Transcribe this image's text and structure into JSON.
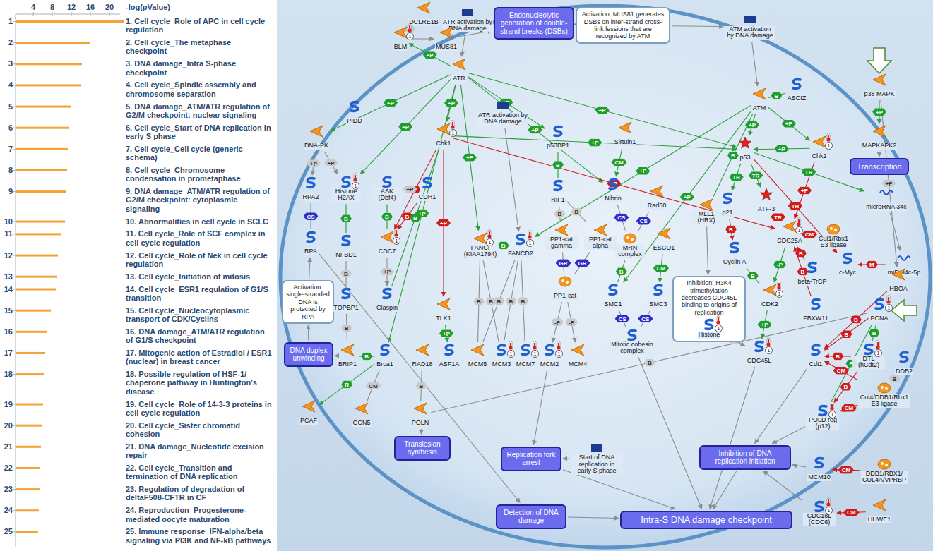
{
  "diagram": {
    "nodes": [
      {
        "text": [
          "ATR activation by DNA damage"
        ]
      },
      {
        "text": [
          "DCLRE1B"
        ]
      },
      {
        "text": [
          "BLM"
        ]
      },
      {
        "text": [
          "MUS81"
        ]
      },
      {
        "text": [
          "Endonucleolytic generation of double-strand breaks (DSBs)"
        ]
      },
      {
        "text": [
          "Activation: MUS81 generates DSBs on inter-strand cross-link lessions that are recognized by ATM"
        ]
      },
      {
        "text": [
          "ATM activation by DNA damage"
        ]
      },
      {
        "text": [
          "ATR"
        ]
      },
      {
        "text": [
          "ATM"
        ]
      },
      {
        "text": [
          "ASCIZ"
        ]
      },
      {
        "text": [
          "p38 MAPK"
        ]
      },
      {
        "text": [
          "PIDD"
        ]
      },
      {
        "text": [
          "DNA-PK"
        ]
      },
      {
        "text": [
          "Chk1"
        ]
      },
      {
        "text": [
          "ATR activation by DNA damage"
        ]
      },
      {
        "text": [
          "p53BP1"
        ]
      },
      {
        "text": [
          "Sirtuin1"
        ]
      },
      {
        "text": [
          "p53"
        ]
      },
      {
        "text": [
          "Chk2"
        ]
      },
      {
        "text": [
          "MAPKAPK2"
        ]
      },
      {
        "text": [
          "Transcription"
        ]
      },
      {
        "text": [
          "RPA2"
        ]
      },
      {
        "text": [
          "Histone H2AX"
        ]
      },
      {
        "text": [
          "ASK (Dbf4)"
        ]
      },
      {
        "text": [
          "CDH1"
        ]
      },
      {
        "text": [
          "RIF1"
        ]
      },
      {
        "text": [
          "Nibrin"
        ]
      },
      {
        "text": [
          "Rad50"
        ]
      },
      {
        "text": [
          "MLL1 (HRX)"
        ]
      },
      {
        "text": [
          "p21"
        ]
      },
      {
        "text": [
          "ATF-3"
        ]
      },
      {
        "text": [
          "microRNA 34c"
        ]
      },
      {
        "text": [
          "RPA"
        ]
      },
      {
        "text": [
          "NFBD1"
        ]
      },
      {
        "text": [
          "CDC7"
        ]
      },
      {
        "text": [
          "FANCI (KIAA1794)"
        ]
      },
      {
        "text": [
          "FANCD2"
        ]
      },
      {
        "text": [
          "PP1-cat gamma"
        ]
      },
      {
        "text": [
          "PP1-cat alpha"
        ]
      },
      {
        "text": [
          "MRN complex"
        ]
      },
      {
        "text": [
          "ESCO1"
        ]
      },
      {
        "text": [
          "Cyclin A"
        ]
      },
      {
        "text": [
          "CDC25A"
        ]
      },
      {
        "text": [
          "Cul1/Rbx1 E3 ligase"
        ]
      },
      {
        "text": [
          "c-Myc"
        ]
      },
      {
        "text": [
          "miR-34c-5p"
        ]
      },
      {
        "text": [
          "beta-TrCP"
        ]
      },
      {
        "text": [
          "Activation: single-stranded DNA is protected by RPA"
        ]
      },
      {
        "text": [
          "TOPBP1"
        ]
      },
      {
        "text": [
          "Claspin"
        ]
      },
      {
        "text": [
          "TLK1"
        ]
      },
      {
        "text": [
          "PP1-cat"
        ]
      },
      {
        "text": [
          "SMC1"
        ]
      },
      {
        "text": [
          "SMC3"
        ]
      },
      {
        "text": [
          "Inhibition: H3K4 trimethylation decreases CDC45L binding to origins of replication"
        ]
      },
      {
        "text": [
          "Histone"
        ],
        "in": 54
      },
      {
        "text": [
          "CDK2"
        ]
      },
      {
        "text": [
          "FBXW11"
        ]
      },
      {
        "text": [
          "HBOA"
        ]
      },
      {
        "text": [
          "PCNA"
        ]
      },
      {
        "text": [
          "DNA duplex unwinding"
        ]
      },
      {
        "text": [
          "BRIP1"
        ]
      },
      {
        "text": [
          "Brca1"
        ]
      },
      {
        "text": [
          "RAD18"
        ]
      },
      {
        "text": [
          "ASF1A"
        ]
      },
      {
        "text": [
          "MCM5"
        ]
      },
      {
        "text": [
          "MCM3"
        ]
      },
      {
        "text": [
          "MCM7"
        ]
      },
      {
        "text": [
          "MCM2"
        ]
      },
      {
        "text": [
          "MCM4"
        ]
      },
      {
        "text": [
          "Mitotic cohesin complex"
        ]
      },
      {
        "text": [
          "CDC45L"
        ]
      },
      {
        "text": [
          "Cdt1"
        ]
      },
      {
        "text": [
          "DTL (hCdt2)"
        ]
      },
      {
        "text": [
          "DDB2"
        ]
      },
      {
        "text": [
          "PCAF"
        ]
      },
      {
        "text": [
          "GCN5"
        ]
      },
      {
        "text": [
          "POLN"
        ]
      },
      {
        "text": [
          "Translesion synthesis"
        ]
      },
      {
        "text": [
          "POLD reg (p12)"
        ]
      },
      {
        "text": [
          "Cul4/DDB1/Rbx1 E3 ligase"
        ]
      },
      {
        "text": [
          "Replication fork arrest"
        ]
      },
      {
        "text": [
          "Start of DNA replication in early S phase"
        ]
      },
      {
        "text": [
          "Inhibition of DNA replication initiation"
        ]
      },
      {
        "text": [
          "MCM10"
        ]
      },
      {
        "text": [
          "DDB1/RBX1/ CUL4A/VPRBP"
        ]
      },
      {
        "text": [
          "Detection of DNA damage"
        ]
      },
      {
        "text": [
          "Intra-S DNA damage checkpoint"
        ]
      },
      {
        "text": [
          "CDC18L (CDC6)"
        ]
      },
      {
        "text": [
          "HUWE1"
        ]
      }
    ],
    "edges": [
      {
        "from": 0,
        "to": 7,
        "arrow": "to"
      },
      {
        "from": 7,
        "to": 2,
        "arrow": "to",
        "label": "+P"
      },
      {
        "from": 1,
        "to": 2,
        "arrow": "none",
        "label": "B"
      },
      {
        "from": 2,
        "to": 3,
        "arrow": "to"
      },
      {
        "from": 3,
        "to": 4,
        "arrow": "to"
      },
      {
        "from": 4,
        "to": 5,
        "arrow": "to"
      },
      {
        "from": 5,
        "to": 6,
        "arrow": "to"
      },
      {
        "from": 6,
        "to": 8,
        "arrow": "to"
      },
      {
        "from": 9,
        "to": 8,
        "arrow": "none",
        "label": "B"
      },
      {
        "from": 10,
        "to": 19,
        "arrow": "to",
        "label": "+P"
      },
      {
        "from": 19,
        "to": 20,
        "arrow": "to"
      },
      {
        "from": 7,
        "to": 13,
        "arrow": "to",
        "label": "+P"
      },
      {
        "from": 7,
        "to": 12,
        "arrow": "to",
        "label": "+P"
      },
      {
        "from": 7,
        "to": 22,
        "arrow": "to",
        "label": "+P"
      },
      {
        "from": 7,
        "to": 15,
        "arrow": "to",
        "label": "+P"
      },
      {
        "from": 7,
        "to": 17,
        "arrow": "to",
        "label": "+P"
      },
      {
        "from": 7,
        "to": 26,
        "arrow": "to",
        "label": "+P"
      },
      {
        "from": 8,
        "to": 17,
        "arrow": "to",
        "label": "+P"
      },
      {
        "from": 8,
        "to": 18,
        "arrow": "to",
        "label": "+P"
      },
      {
        "from": 8,
        "to": 52,
        "arrow": "to",
        "label": "+P"
      },
      {
        "from": 13,
        "to": 17,
        "arrow": "to",
        "label": "+P"
      },
      {
        "from": 18,
        "to": 17,
        "arrow": "to",
        "label": "+P"
      },
      {
        "from": 18,
        "to": 42,
        "arrow": "to",
        "label": "+P"
      },
      {
        "from": 13,
        "to": 42,
        "arrow": "to",
        "label": "+P"
      },
      {
        "from": 17,
        "to": 29,
        "arrow": "to",
        "label": "TR"
      },
      {
        "from": 17,
        "to": 30,
        "arrow": "to",
        "label": "TR"
      },
      {
        "from": 17,
        "to": 31,
        "arrow": "to",
        "label": "TR"
      },
      {
        "from": 31,
        "to": 45,
        "arrow": "to"
      },
      {
        "from": 45,
        "to": 44,
        "arrow": "to",
        "label": "M"
      },
      {
        "from": 30,
        "to": 42,
        "arrow": "to",
        "label": "TR"
      },
      {
        "from": 43,
        "to": 42,
        "arrow": "to",
        "label": "CM"
      },
      {
        "from": 46,
        "to": 42,
        "arrow": "to",
        "label": "B"
      },
      {
        "from": 57,
        "to": 42,
        "arrow": "to",
        "label": "B"
      },
      {
        "from": 42,
        "to": 56,
        "arrow": "to",
        "label": "-P"
      },
      {
        "from": 41,
        "to": 56,
        "arrow": "none",
        "label": "B"
      },
      {
        "from": 17,
        "to": 44,
        "arrow": "to",
        "label": "TR"
      },
      {
        "from": 56,
        "to": 71,
        "arrow": "to",
        "label": "+P"
      },
      {
        "from": 71,
        "to": 87,
        "arrow": "to"
      },
      {
        "from": 28,
        "to": 54,
        "arrow": "to"
      },
      {
        "from": 55,
        "to": 71,
        "arrow": "to",
        "label": "B"
      },
      {
        "from": 13,
        "to": 34,
        "arrow": "to",
        "label": "?"
      },
      {
        "from": 24,
        "to": 23,
        "arrow": "to",
        "label": "+P"
      },
      {
        "from": 24,
        "to": 34,
        "arrow": "to",
        "label": "B"
      },
      {
        "from": 23,
        "to": 34,
        "arrow": "none",
        "label": "B"
      },
      {
        "from": 34,
        "to": 49,
        "arrow": "to",
        "label": "+P"
      },
      {
        "from": 13,
        "to": 49,
        "arrow": "none",
        "label": "B"
      },
      {
        "from": 13,
        "to": 50,
        "arrow": "to",
        "label": "+P"
      },
      {
        "from": 50,
        "to": 64,
        "arrow": "to",
        "label": "+P"
      },
      {
        "from": 12,
        "to": 21,
        "arrow": "to",
        "label": "+P"
      },
      {
        "from": 21,
        "to": 32,
        "arrow": "none",
        "label": "CS"
      },
      {
        "from": 60,
        "to": 47,
        "arrow": "to"
      },
      {
        "from": 47,
        "to": 32,
        "arrow": "to"
      },
      {
        "from": 22,
        "to": 33,
        "arrow": "none",
        "label": "B"
      },
      {
        "from": 33,
        "to": 48,
        "arrow": "none",
        "label": "B"
      },
      {
        "from": 48,
        "to": 61,
        "arrow": "none",
        "label": "B"
      },
      {
        "from": 62,
        "to": 61,
        "arrow": "none",
        "label": "B"
      },
      {
        "from": 61,
        "to": 60,
        "arrow": "to"
      },
      {
        "from": 62,
        "to": 75,
        "arrow": "to",
        "label": "R"
      },
      {
        "from": 62,
        "to": 76,
        "arrow": "none",
        "label": "CM"
      },
      {
        "from": 63,
        "to": 77,
        "arrow": "none",
        "label": "B"
      },
      {
        "from": 77,
        "to": 78,
        "arrow": "to"
      },
      {
        "from": 59,
        "to": 77,
        "arrow": "none",
        "label": "B"
      },
      {
        "from": 12,
        "to": 22,
        "arrow": "to",
        "label": "+P"
      },
      {
        "from": 7,
        "to": 62,
        "arrow": "to",
        "label": "+P"
      },
      {
        "from": 7,
        "to": 35,
        "arrow": "to",
        "label": "+P"
      },
      {
        "from": 14,
        "to": 36,
        "arrow": "to"
      },
      {
        "from": 35,
        "to": 36,
        "arrow": "none",
        "label": "B"
      },
      {
        "from": 8,
        "to": 36,
        "arrow": "to",
        "label": "+P"
      },
      {
        "from": 15,
        "to": 25,
        "arrow": "none",
        "label": "B"
      },
      {
        "from": 25,
        "to": 37,
        "arrow": "none",
        "label": "B"
      },
      {
        "from": 25,
        "to": 38,
        "arrow": "none",
        "label": "B"
      },
      {
        "from": 37,
        "to": 51,
        "arrow": "none",
        "label": "GR"
      },
      {
        "from": 38,
        "to": 51,
        "arrow": "none",
        "label": "GR"
      },
      {
        "from": 51,
        "to": 68,
        "arrow": "to",
        "label": "-P"
      },
      {
        "from": 51,
        "to": 69,
        "arrow": "to",
        "label": "-P"
      },
      {
        "from": 36,
        "to": 65,
        "arrow": "none",
        "label": "B"
      },
      {
        "from": 36,
        "to": 66,
        "arrow": "none",
        "label": "B"
      },
      {
        "from": 36,
        "to": 67,
        "arrow": "none",
        "label": "B"
      },
      {
        "from": 35,
        "to": 66,
        "arrow": "none",
        "label": "B"
      },
      {
        "from": 35,
        "to": 65,
        "arrow": "none",
        "label": "B"
      },
      {
        "from": 16,
        "to": 26,
        "arrow": "to",
        "label": "CM"
      },
      {
        "from": 26,
        "to": 39,
        "arrow": "none",
        "label": "CS"
      },
      {
        "from": 27,
        "to": 39,
        "arrow": "none",
        "label": "CS"
      },
      {
        "from": 39,
        "to": 52,
        "arrow": "none",
        "label": "B"
      },
      {
        "from": 40,
        "to": 53,
        "arrow": "to",
        "label": "CM"
      },
      {
        "from": 52,
        "to": 70,
        "arrow": "none",
        "label": "CS"
      },
      {
        "from": 53,
        "to": 70,
        "arrow": "none",
        "label": "CS"
      },
      {
        "from": 59,
        "to": 72,
        "arrow": "to",
        "label": "B"
      },
      {
        "from": 73,
        "to": 72,
        "arrow": "to",
        "label": "B"
      },
      {
        "from": 59,
        "to": 73,
        "arrow": "none",
        "label": "B"
      },
      {
        "from": 80,
        "to": 72,
        "arrow": "to",
        "label": "CM"
      },
      {
        "from": 80,
        "to": 79,
        "arrow": "to",
        "label": "CM"
      },
      {
        "from": 73,
        "to": 79,
        "arrow": "to",
        "label": "B"
      },
      {
        "from": 59,
        "to": 79,
        "arrow": "none",
        "label": "B"
      },
      {
        "from": 58,
        "to": 72,
        "arrow": "to",
        "label": "B"
      },
      {
        "from": 85,
        "to": 84,
        "arrow": "to",
        "label": "CM"
      },
      {
        "from": 89,
        "to": 88,
        "arrow": "to",
        "label": "CM"
      },
      {
        "from": 72,
        "to": 83,
        "arrow": "to"
      },
      {
        "from": 79,
        "to": 83,
        "arrow": "to"
      },
      {
        "from": 84,
        "to": 83,
        "arrow": "to"
      },
      {
        "from": 88,
        "to": 83,
        "arrow": "to"
      },
      {
        "from": 83,
        "to": 87,
        "arrow": "to"
      },
      {
        "from": 81,
        "to": 87,
        "arrow": "to"
      },
      {
        "from": 86,
        "to": 87,
        "arrow": "to"
      },
      {
        "from": 82,
        "to": 81,
        "arrow": "to"
      },
      {
        "from": 68,
        "to": 81,
        "arrow": "to"
      },
      {
        "from": 32,
        "to": 86,
        "arrow": "to"
      },
      {
        "from": 70,
        "to": 87,
        "arrow": "to"
      },
      {
        "from": 8,
        "to": 28,
        "arrow": "none",
        "label": "B"
      },
      {
        "from": 10,
        "to": 58,
        "arrow": "to",
        "label": "+P"
      },
      {
        "from": 29,
        "to": 41,
        "arrow": "to",
        "label": "B"
      },
      {
        "from": 74,
        "to": 80,
        "arrow": "none",
        "label": "B"
      }
    ],
    "labels": [
      "-log(pValue)",
      "4",
      "8",
      "12",
      "16",
      "20",
      "1",
      "2",
      "3",
      "4",
      "5",
      "6",
      "7",
      "8",
      "9",
      "10",
      "11",
      "12",
      "13",
      "14",
      "15",
      "16",
      "17",
      "18",
      "19",
      "20",
      "21",
      "22",
      "23",
      "24",
      "25",
      "1. Cell cycle_Role of APC in cell cycle regulation",
      "2. Cell cycle_The metaphase checkpoint",
      "3. DNA damage_Intra S-phase checkpoint",
      "4. Cell cycle_Spindle assembly and chromosome separation",
      "5. DNA damage_ATM/ATR regulation of G2/M checkpoint: nuclear signaling",
      "6. Cell cycle_Start of DNA replication in early S phase",
      "7. Cell cycle_Cell cycle (generic schema)",
      "8. Cell cycle_Chromosome condensation in prometaphase",
      "9. DNA damage_ATM/ATR regulation of G2/M checkpoint: cytoplasmic signaling",
      "10. Abnormalities in cell cycle in SCLC",
      "11. Cell cycle_Role of SCF complex in cell cycle regulation",
      "12. Cell cycle_Role of Nek in cell cycle regulation",
      "13. Cell cycle_Initiation of mitosis",
      "14. Cell cycle_ESR1 regulation of G1/S transition",
      "15. Cell cycle_Nucleocytoplasmic transport of CDK/Cyclins",
      "16. DNA damage_ATM/ATR regulation of G1/S checkpoint",
      "17. Mitogenic action of Estradiol / ESR1 (nuclear) in breast cancer",
      "18. Possible regulation of HSF-1/ chaperone pathway in Huntington's disease",
      "19. Cell cycle_Role of 14-3-3 proteins in cell cycle regulation",
      "20. Cell cycle_Sister chromatid cohesion",
      "21. DNA damage_Nucleotide excision repair",
      "22. Cell cycle_Transition and termination of DNA replication",
      "23. Regulation of degradation of deltaF508-CFTR in CF",
      "24. Reproduction_Progesterone-mediated oocyte maturation",
      "25. Immune response_IFN-alpha/beta signaling via PI3K and NF-kB pathways",
      "1",
      "1",
      "1",
      "1",
      "1",
      "1",
      "1",
      "1",
      "1",
      "1",
      "1",
      "1",
      "1",
      "1",
      "1",
      "1",
      "1",
      "1"
    ]
  }
}
